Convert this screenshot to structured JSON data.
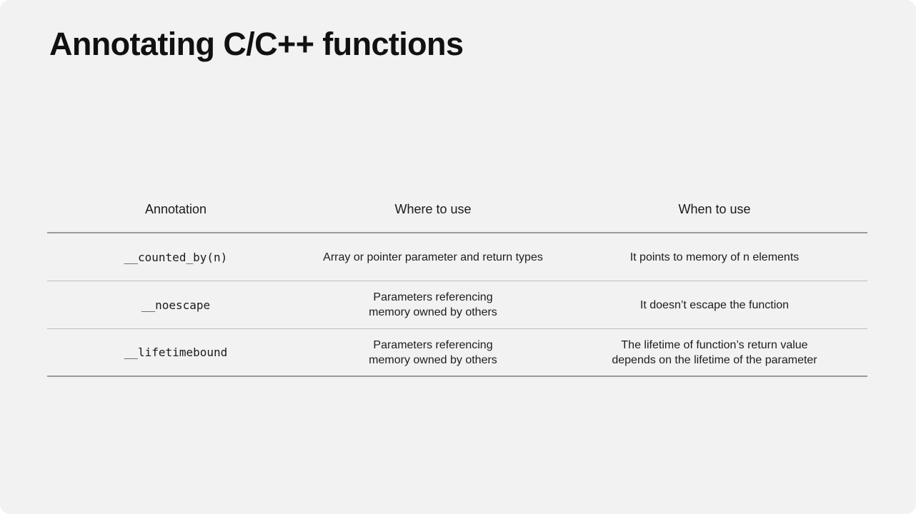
{
  "slide": {
    "title": "Annotating C/C++ functions"
  },
  "table": {
    "headers": [
      "Annotation",
      "Where to use",
      "When to use"
    ],
    "rows": [
      {
        "annotation": "__counted_by(n)",
        "where": [
          "Array or pointer parameter and return types"
        ],
        "when": [
          "It points to memory of n elements"
        ]
      },
      {
        "annotation": "__noescape",
        "where": [
          "Parameters referencing",
          "memory owned by others"
        ],
        "when": [
          "It doesn’t escape the function"
        ]
      },
      {
        "annotation": "__lifetimebound",
        "where": [
          "Parameters referencing",
          "memory owned by others"
        ],
        "when": [
          "The lifetime of function’s return value",
          "depends on the lifetime of the parameter"
        ]
      }
    ]
  },
  "colors": {
    "background": "#f2f2f2",
    "text": "#111111",
    "rule": "#9a9a9a"
  }
}
